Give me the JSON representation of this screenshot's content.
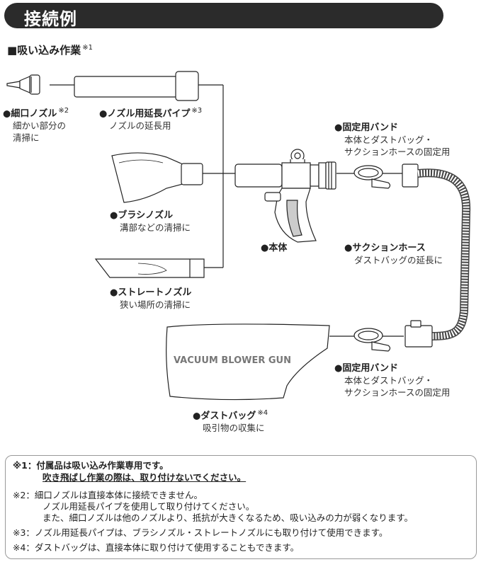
{
  "header": {
    "title": "接続例"
  },
  "section": {
    "title": "■吸い込み作業",
    "note_mark": "※1"
  },
  "bag_print": "VACUUM BLOWER GUN",
  "labels": {
    "nozzle_fine": {
      "title": "●細口ノズル",
      "mark": "※2",
      "desc": [
        "細かい部分の",
        "清掃に"
      ]
    },
    "extension": {
      "title": "●ノズル用延長パイプ",
      "mark": "※3",
      "desc": [
        "ノズルの延長用"
      ]
    },
    "band_top": {
      "title": "●固定用バンド",
      "desc": [
        "本体とダストバッグ・",
        "サクションホースの固定用"
      ]
    },
    "brush": {
      "title": "●ブラシノズル",
      "desc": [
        "溝部などの清掃に"
      ]
    },
    "body": {
      "title": "●本体"
    },
    "hose": {
      "title": "●サクションホース",
      "desc": [
        "ダストバッグの延長に"
      ]
    },
    "straight": {
      "title": "●ストレートノズル",
      "desc": [
        "狭い場所の清掃に"
      ]
    },
    "band_bottom": {
      "title": "●固定用バンド",
      "desc": [
        "本体とダストバッグ・",
        "サクションホースの固定用"
      ]
    },
    "dustbag": {
      "title": "●ダストバッグ",
      "mark": "※4",
      "desc": [
        "吸引物の収集に"
      ]
    }
  },
  "notes": [
    "※1：付属品は吸い込み作業専用です。",
    "吹き飛ばし作業の際は、取り付けないでください。",
    "※2：細口ノズルは直接本体に接続できません。",
    "ノズル用延長パイプを使用して取り付けてください。",
    "また、細口ノズルは他のノズルより、抵抗が大きくなるため、吸い込みの力が弱くなります。",
    "※3：ノズル用延長パイプは、ブラシノズル・ストレートノズルにも取り付けて使用できます。",
    "※4：ダストバッグは、直接本体に取り付けて使用することもできます。"
  ]
}
